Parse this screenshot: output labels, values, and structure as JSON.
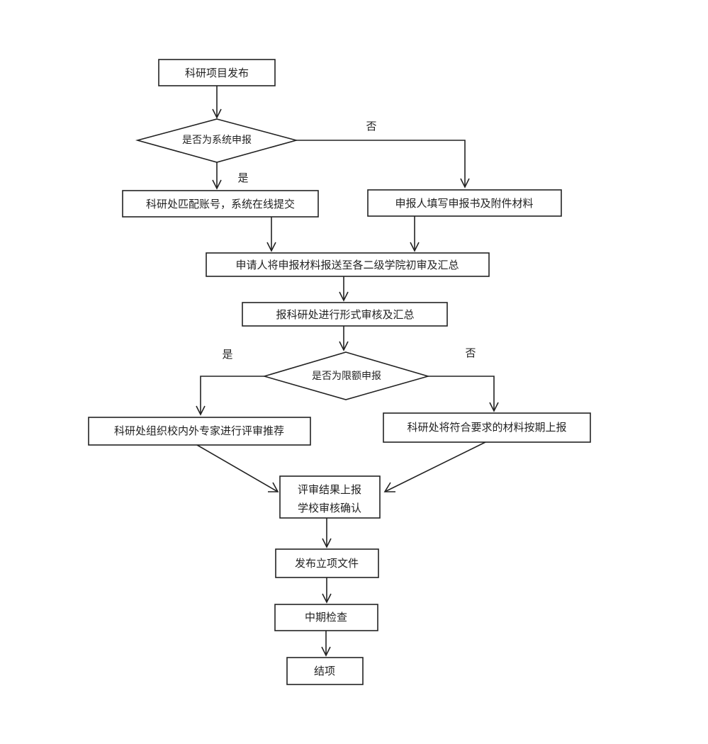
{
  "nodes": {
    "publish": "科研项目发布",
    "is_system": "是否为系统申报",
    "match_account": "科研处匹配账号，系统在线提交",
    "fill_form": "申报人填写申报书及附件材料",
    "submit_college": "申请人将申报材料报送至各二级学院初审及汇总",
    "formal_review": "报科研处进行形式审核及汇总",
    "is_quota": "是否为限额申报",
    "expert_review": "科研处组织校内外专家进行评审推荐",
    "submit_on_time": "科研处将符合要求的材料按期上报",
    "result_line1": "评审结果上报",
    "result_line2": "学校审核确认",
    "publish_file": "发布立项文件",
    "midterm": "中期检查",
    "conclude": "结项"
  },
  "labels": {
    "yes_1": "是",
    "no_1": "否",
    "yes_2": "是",
    "no_2": "否"
  }
}
